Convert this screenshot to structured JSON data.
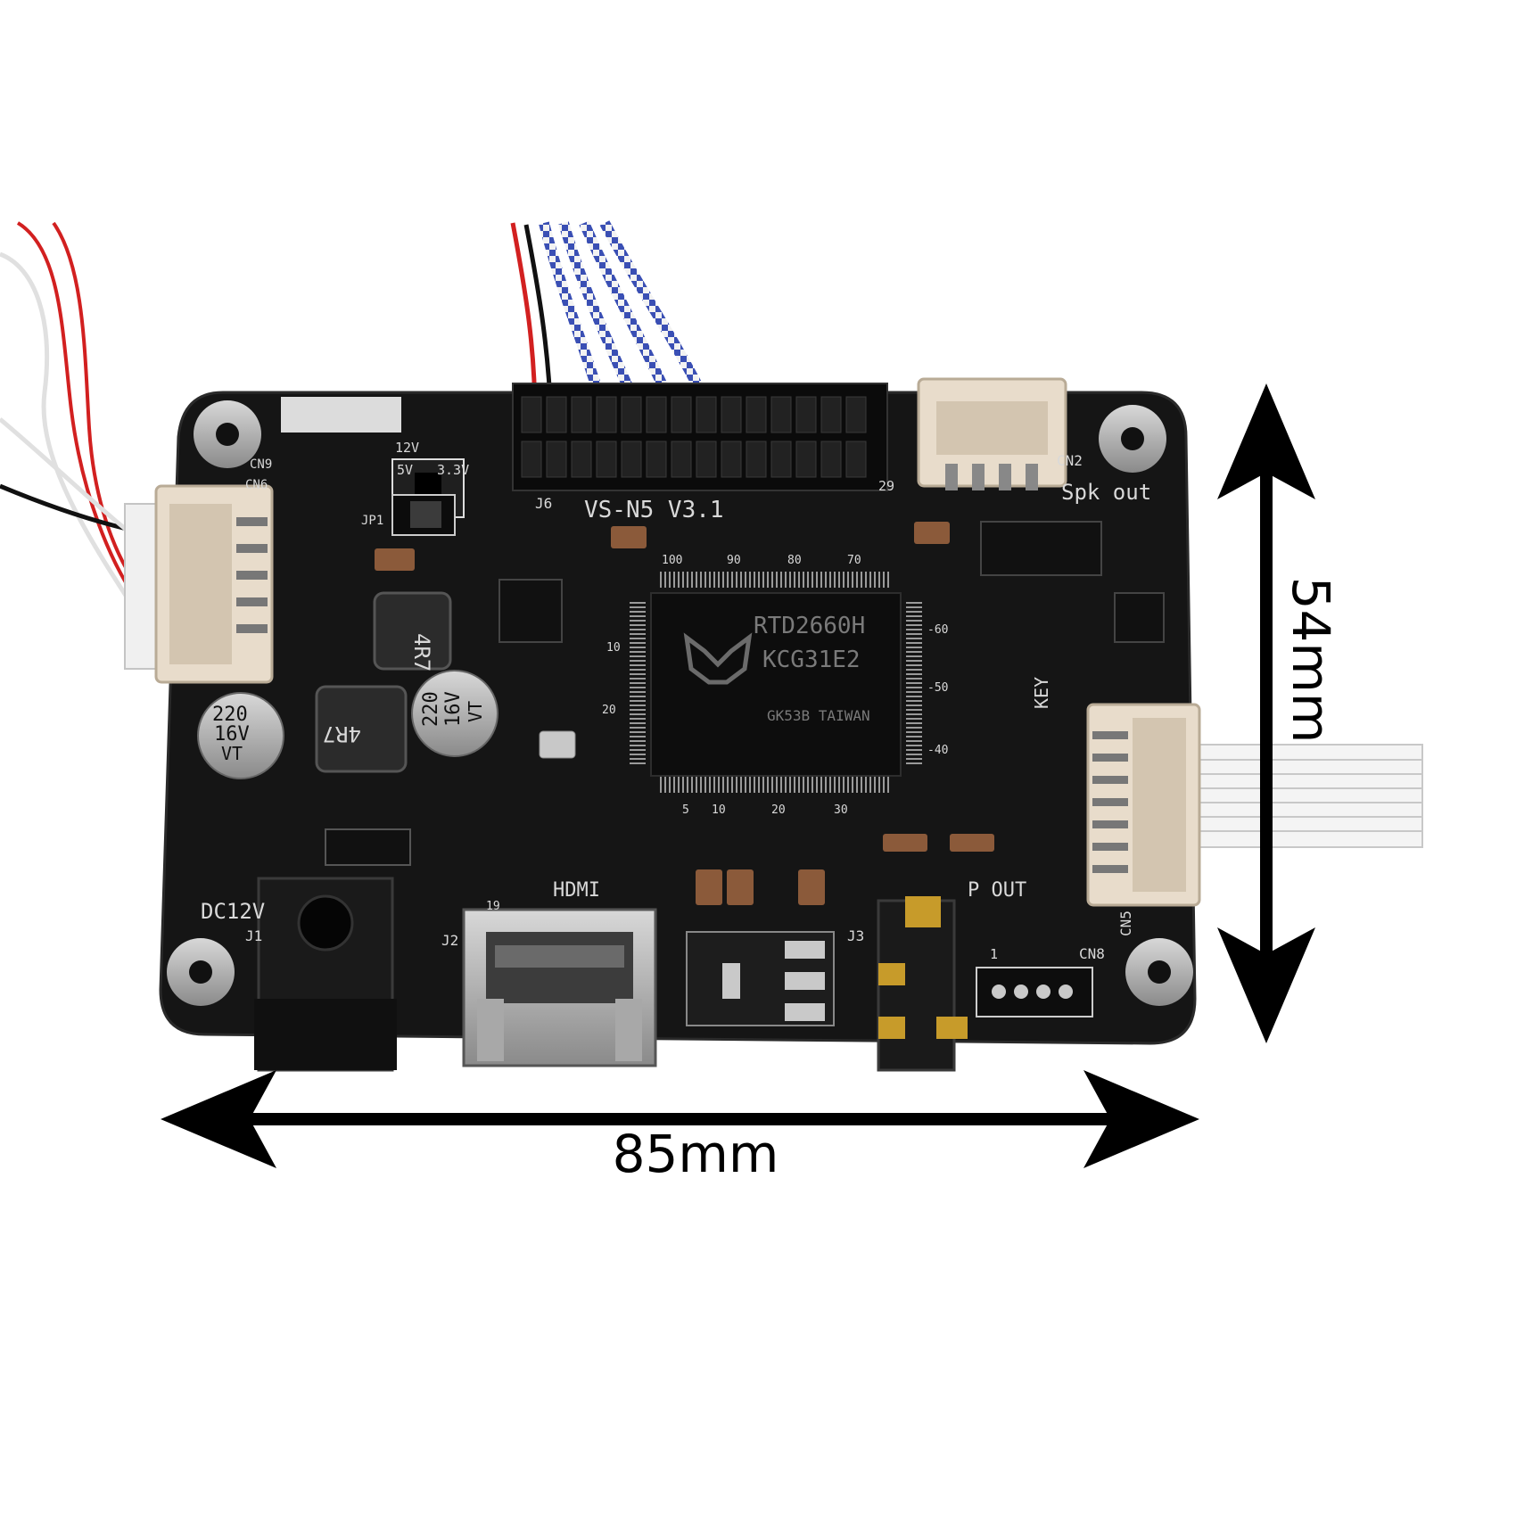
{
  "dimensions": {
    "width": "85mm",
    "height": "54mm"
  },
  "silkscreen": {
    "board_name": "VS-N5  V3.1",
    "chip_line1": "RTD2660H",
    "chip_line2": "KCG31E2",
    "chip_line3": "GK53B TAIWAN",
    "power_in": "DC12V",
    "hdmi": "HDMI",
    "speaker": "Spk out",
    "earphone": "P OUT",
    "key": "KEY",
    "j1": "J1",
    "j2": "J2",
    "j3": "J3",
    "j6": "J6",
    "cn2": "CN2",
    "cn5": "CN5",
    "cn8": "CN8",
    "cn6": "CN6",
    "cn9": "CN9",
    "jp1": "JP1",
    "v12": "12V",
    "v5": "5V",
    "v33": "3.3V",
    "pin29": "29",
    "pin19": "19",
    "pin1": "1",
    "inductor": "4R7",
    "cap_value": "220",
    "cap_volt": "16V",
    "cap_mark": "VT",
    "chip_pins_top": [
      "100",
      "90",
      "80",
      "70"
    ],
    "chip_pins_bottom": [
      "5",
      "10",
      "20",
      "30"
    ],
    "chip_pins_left": [
      "10",
      "20"
    ],
    "chip_pins_right": [
      "-60",
      "-50",
      "-40"
    ]
  },
  "colors": {
    "pcb": "#151515",
    "silkscreen": "#d9d9d9",
    "connector": "#e8dccb",
    "wire_blue": "#3a4fb4",
    "wire_red": "#d22020"
  }
}
